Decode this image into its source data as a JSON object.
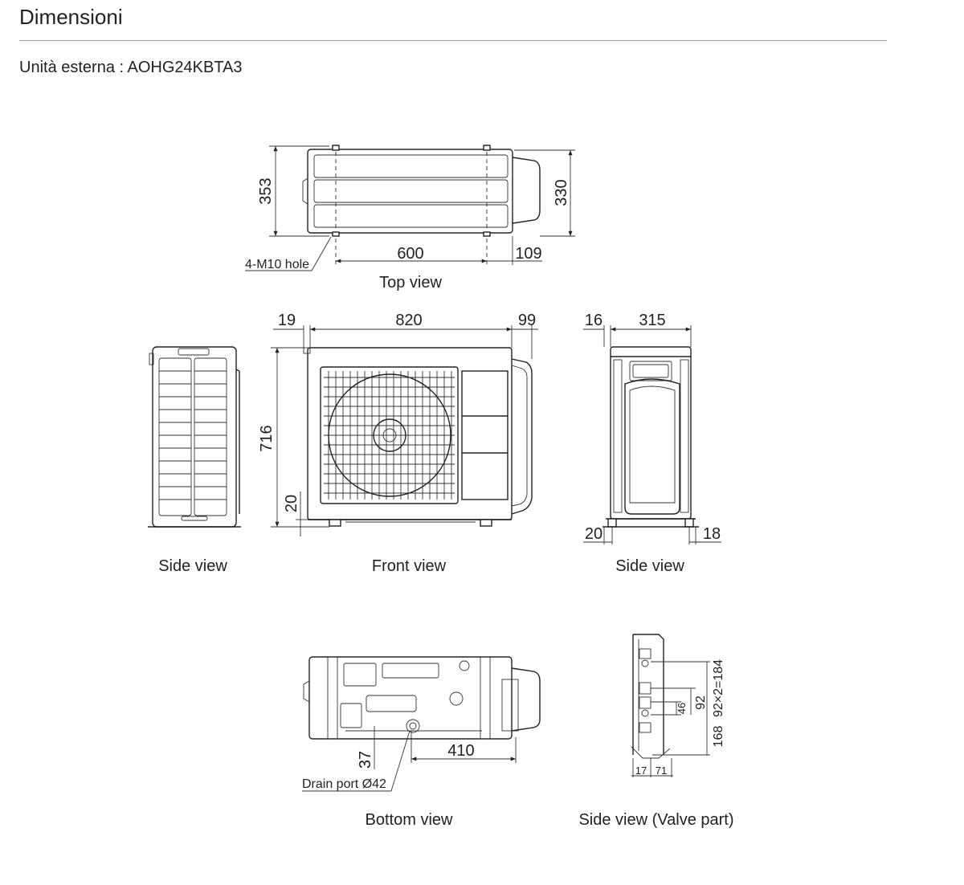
{
  "header": {
    "title": "Dimensioni",
    "subtitle": "Unità esterna : AOHG24KBTA3"
  },
  "views": {
    "top": {
      "caption": "Top view",
      "dim_depth": "353",
      "dim_depth_inner": "330",
      "dim_mount": "600",
      "dim_right": "109",
      "hole_label": "4-M10 hole"
    },
    "front": {
      "caption": "Front view",
      "dim_left": "19",
      "dim_width": "820",
      "dim_right": "99",
      "dim_height": "716",
      "dim_base": "20"
    },
    "side_left": {
      "caption": "Side view"
    },
    "side_right": {
      "caption": "Side view",
      "dim_left": "16",
      "dim_depth": "315",
      "dim_foot_left": "20",
      "dim_foot_right": "18"
    },
    "bottom": {
      "caption": "Bottom view",
      "dim_drain_offset": "37",
      "dim_drain_x": "410",
      "drain_label": "Drain port Ø42"
    },
    "valve": {
      "caption": "Side view (Valve part)",
      "dim_46": "46",
      "dim_92": "92",
      "dim_pitch": "92×2=184",
      "dim_168": "168",
      "dim_17": "17",
      "dim_71": "71"
    }
  }
}
